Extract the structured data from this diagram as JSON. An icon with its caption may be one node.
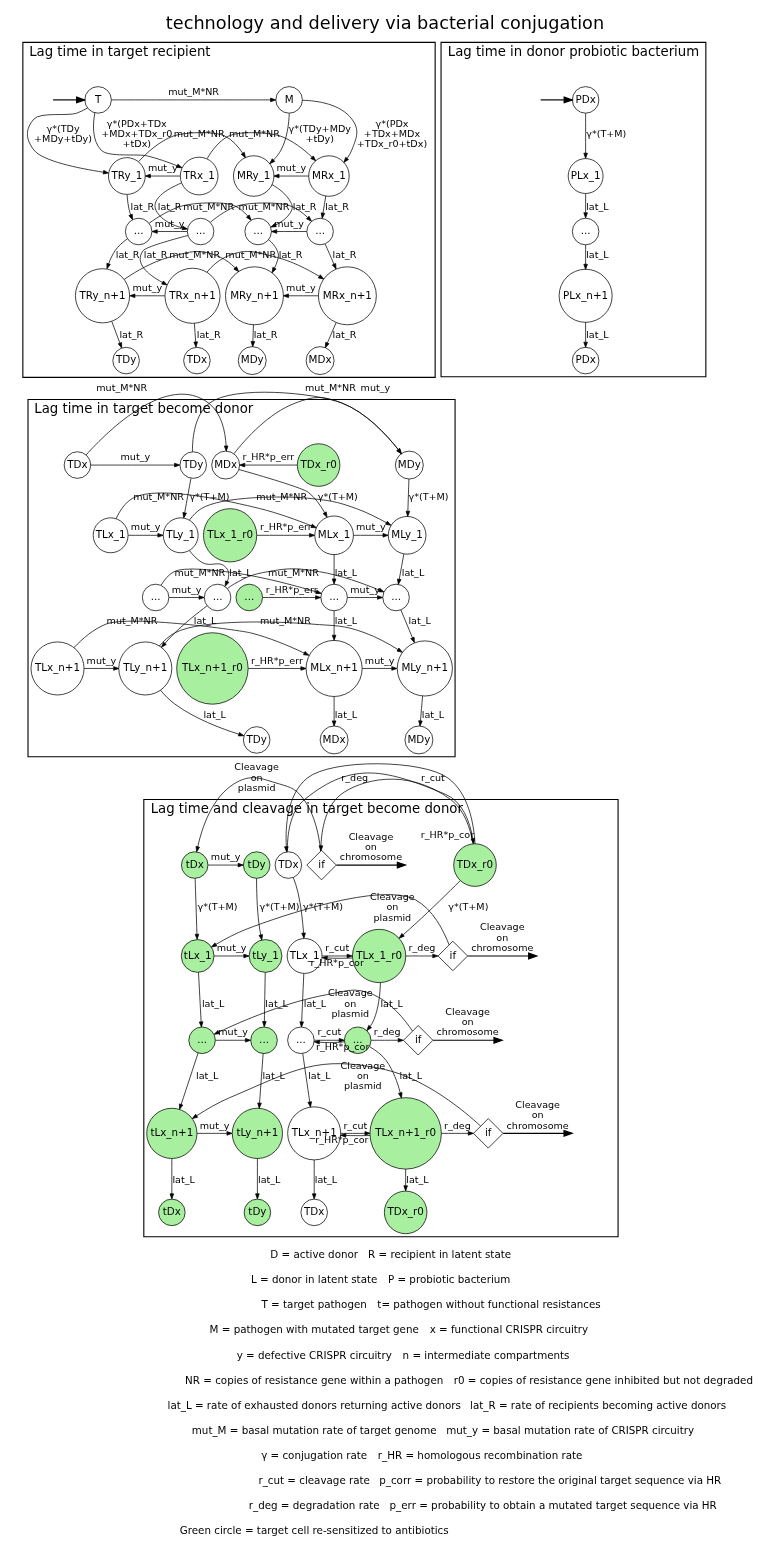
{
  "diagram": {
    "title": "technology and delivery via bacterial conjugation",
    "nodes": [
      {
        "text": [
          "Lag time in target recipient"
        ]
      },
      {
        "text": [
          "T"
        ],
        "in": 0
      },
      {
        "text": [
          "M"
        ],
        "in": 0
      },
      {
        "text": [
          "TRx_1"
        ],
        "in": 0
      },
      {
        "text": [
          "..."
        ],
        "in": 0
      },
      {
        "text": [
          "TRx_n+1"
        ],
        "in": 0
      },
      {
        "text": [
          "TDx"
        ],
        "in": 0
      },
      {
        "text": [
          "TRy_1"
        ],
        "in": 0
      },
      {
        "text": [
          "..."
        ],
        "in": 0
      },
      {
        "text": [
          "TRy_n+1"
        ],
        "in": 0
      },
      {
        "text": [
          "TDy"
        ],
        "in": 0
      },
      {
        "text": [
          "MRy_1"
        ],
        "in": 0
      },
      {
        "text": [
          "..."
        ],
        "in": 0
      },
      {
        "text": [
          "MRy_n+1"
        ],
        "in": 0
      },
      {
        "text": [
          "MDy"
        ],
        "in": 0
      },
      {
        "text": [
          "MRx_1"
        ],
        "in": 0
      },
      {
        "text": [
          "..."
        ],
        "in": 0
      },
      {
        "text": [
          "MRx_n+1"
        ],
        "in": 0
      },
      {
        "text": [
          "MDx"
        ],
        "in": 0
      },
      {
        "text": [
          "Lag time in target become donor"
        ]
      },
      {
        "text": [
          "TDx"
        ],
        "in": 19
      },
      {
        "text": [
          "TLx_1"
        ],
        "in": 19
      },
      {
        "text": [
          "..."
        ],
        "in": 19
      },
      {
        "text": [
          "TLx_n+1"
        ],
        "in": 19
      },
      {
        "text": [
          "TDy"
        ],
        "in": 19
      },
      {
        "text": [
          "TLy_1"
        ],
        "in": 19
      },
      {
        "text": [
          "..."
        ],
        "in": 19
      },
      {
        "text": [
          "TLy_n+1"
        ],
        "in": 19
      },
      {
        "text": [
          "TDy"
        ],
        "in": 19
      },
      {
        "text": [
          "MDy"
        ],
        "in": 19
      },
      {
        "text": [
          "MLy_1"
        ],
        "in": 19
      },
      {
        "text": [
          "..."
        ],
        "in": 19
      },
      {
        "text": [
          "MLy_n+1"
        ],
        "in": 19
      },
      {
        "text": [
          "MDy"
        ],
        "in": 19
      },
      {
        "text": [
          "MDx"
        ],
        "in": 19
      },
      {
        "text": [
          "MLx_1"
        ],
        "in": 19
      },
      {
        "text": [
          "..."
        ],
        "in": 19
      },
      {
        "text": [
          "MLx_n+1"
        ],
        "in": 19
      },
      {
        "text": [
          "MDx"
        ],
        "in": 19
      },
      {
        "text": [
          "TDx_r0"
        ],
        "in": 19
      },
      {
        "text": [
          "TLx_1_r0"
        ],
        "in": 19
      },
      {
        "text": [
          "..."
        ],
        "in": 19
      },
      {
        "text": [
          "TLx_n+1_r0"
        ],
        "in": 19
      },
      {
        "text": [
          "Lag time in donor probiotic bacterium"
        ]
      },
      {
        "text": [
          "PDx"
        ],
        "in": 43
      },
      {
        "text": [
          "PLx_1"
        ],
        "in": 43
      },
      {
        "text": [
          "..."
        ],
        "in": 43
      },
      {
        "text": [
          "PLx_n+1"
        ],
        "in": 43
      },
      {
        "text": [
          "PDx"
        ],
        "in": 43
      },
      {
        "text": [
          "Lag time and cleavage in target become donor"
        ]
      },
      {
        "text": [
          "TDx"
        ],
        "in": 49
      },
      {
        "text": [
          "TLx_1"
        ],
        "in": 49
      },
      {
        "text": [
          "..."
        ],
        "in": 49
      },
      {
        "text": [
          "TLx_n+1"
        ],
        "in": 49
      },
      {
        "text": [
          "TDx"
        ],
        "in": 49
      },
      {
        "text": [
          "TDx_r0"
        ],
        "in": 49
      },
      {
        "text": [
          "TLx_1_r0"
        ],
        "in": 49
      },
      {
        "text": [
          "..."
        ],
        "in": 49
      },
      {
        "text": [
          "TLx_n+1_r0"
        ],
        "in": 49
      },
      {
        "text": [
          "TDx_r0"
        ],
        "in": 49
      },
      {
        "text": [
          "if"
        ],
        "in": 49
      },
      {
        "text": [
          "if"
        ],
        "in": 49
      },
      {
        "text": [
          "if"
        ],
        "in": 49
      },
      {
        "text": [
          "if"
        ],
        "in": 49
      },
      {
        "text": [
          "tDx"
        ],
        "in": 49
      },
      {
        "text": [
          "tLx_1"
        ],
        "in": 49
      },
      {
        "text": [
          "..."
        ],
        "in": 49
      },
      {
        "text": [
          "tLx_n+1"
        ],
        "in": 49
      },
      {
        "text": [
          "tDx"
        ],
        "in": 49
      },
      {
        "text": [
          "tDy"
        ],
        "in": 49
      },
      {
        "text": [
          "tLy_1"
        ],
        "in": 49
      },
      {
        "text": [
          "..."
        ],
        "in": 49
      },
      {
        "text": [
          "tLy_n+1"
        ],
        "in": 49
      },
      {
        "text": [
          "tDy"
        ],
        "in": 49
      }
    ],
    "edges": [
      {
        "from": null,
        "to": 1,
        "arrow": "to"
      },
      {
        "from": 1,
        "to": 3,
        "arrow": "to",
        "label": "γ*(PDx+TDx +MDx+TDx_r0 +tDx)"
      },
      {
        "from": 1,
        "to": 7,
        "arrow": "to",
        "label": "γ*(TDy +MDy+tDy)"
      },
      {
        "from": 1,
        "to": 2,
        "arrow": "to",
        "label": "mut_M*NR"
      },
      {
        "from": 2,
        "to": 11,
        "arrow": "to",
        "label": "γ*(TDy+MDy +tDy)"
      },
      {
        "from": 2,
        "to": 15,
        "arrow": "to",
        "label": "γ*(PDx +TDx+MDx +TDx_r0+tDx)"
      },
      {
        "from": 3,
        "to": 4,
        "arrow": "to",
        "label": "lat_R"
      },
      {
        "from": 4,
        "to": 5,
        "arrow": "to",
        "label": "lat_R"
      },
      {
        "from": 5,
        "to": 6,
        "arrow": "to",
        "label": "lat_R"
      },
      {
        "from": 7,
        "to": 8,
        "arrow": "to",
        "label": "lat_R"
      },
      {
        "from": 8,
        "to": 9,
        "arrow": "to",
        "label": "lat_R"
      },
      {
        "from": 9,
        "to": 10,
        "arrow": "to",
        "label": "lat_R"
      },
      {
        "from": 11,
        "to": 12,
        "arrow": "to",
        "label": "lat_R"
      },
      {
        "from": 12,
        "to": 13,
        "arrow": "to",
        "label": "lat_R"
      },
      {
        "from": 13,
        "to": 14,
        "arrow": "to",
        "label": "lat_R"
      },
      {
        "from": 15,
        "to": 16,
        "arrow": "to",
        "label": "lat_R"
      },
      {
        "from": 16,
        "to": 17,
        "arrow": "to",
        "label": "lat_R"
      },
      {
        "from": 17,
        "to": 18,
        "arrow": "to",
        "label": "lat_R"
      },
      {
        "from": 3,
        "to": 7,
        "arrow": "to",
        "label": "mut_y"
      },
      {
        "from": 4,
        "to": 8,
        "arrow": "to",
        "label": "mut_y"
      },
      {
        "from": 5,
        "to": 9,
        "arrow": "to",
        "label": "mut_y"
      },
      {
        "from": 15,
        "to": 11,
        "arrow": "to",
        "label": "mut_y"
      },
      {
        "from": 16,
        "to": 12,
        "arrow": "to",
        "label": "mut_y"
      },
      {
        "from": 17,
        "to": 13,
        "arrow": "to",
        "label": "mut_y"
      },
      {
        "from": 7,
        "to": 11,
        "arrow": "to",
        "label": "mut_M*NR"
      },
      {
        "from": 8,
        "to": 12,
        "arrow": "to",
        "label": "mut_M*NR"
      },
      {
        "from": 9,
        "to": 13,
        "arrow": "to",
        "label": "mut_M*NR"
      },
      {
        "from": 3,
        "to": 15,
        "arrow": "to",
        "label": "mut_M*NR"
      },
      {
        "from": 4,
        "to": 16,
        "arrow": "to",
        "label": "mut_M*NR"
      },
      {
        "from": 5,
        "to": 17,
        "arrow": "to",
        "label": "mut_M*NR"
      },
      {
        "from": 20,
        "to": 24,
        "arrow": "to",
        "label": "mut_y"
      },
      {
        "from": 20,
        "to": 34,
        "arrow": "to",
        "label": "mut_M*NR"
      },
      {
        "from": 24,
        "to": 25,
        "arrow": "to",
        "label": "γ*(T+M)"
      },
      {
        "from": 24,
        "to": 29,
        "arrow": "to",
        "label": "mut_M*NR"
      },
      {
        "from": 29,
        "to": 30,
        "arrow": "to",
        "label": "γ*(T+M)"
      },
      {
        "from": 34,
        "to": 29,
        "arrow": "to",
        "label": "mut_y"
      },
      {
        "from": 34,
        "to": 35,
        "arrow": "to",
        "label": "γ*(T+M)"
      },
      {
        "from": 25,
        "to": 26,
        "arrow": "to",
        "label": "lat_L"
      },
      {
        "from": 26,
        "to": 27,
        "arrow": "to",
        "label": "lat_L"
      },
      {
        "from": 27,
        "to": 28,
        "arrow": "to",
        "label": "lat_L"
      },
      {
        "from": 30,
        "to": 31,
        "arrow": "to",
        "label": "lat_L"
      },
      {
        "from": 31,
        "to": 32,
        "arrow": "to",
        "label": "lat_L"
      },
      {
        "from": 32,
        "to": 33,
        "arrow": "to",
        "label": "lat_L"
      },
      {
        "from": 35,
        "to": 36,
        "arrow": "to",
        "label": "lat_L"
      },
      {
        "from": 36,
        "to": 37,
        "arrow": "to",
        "label": "lat_L"
      },
      {
        "from": 37,
        "to": 38,
        "arrow": "to",
        "label": "lat_L"
      },
      {
        "from": 21,
        "to": 25,
        "arrow": "to",
        "label": "mut_y"
      },
      {
        "from": 22,
        "to": 26,
        "arrow": "to",
        "label": "mut_y"
      },
      {
        "from": 23,
        "to": 27,
        "arrow": "to",
        "label": "mut_y"
      },
      {
        "from": 35,
        "to": 30,
        "arrow": "to",
        "label": "mut_y"
      },
      {
        "from": 36,
        "to": 31,
        "arrow": "to",
        "label": "mut_y"
      },
      {
        "from": 37,
        "to": 32,
        "arrow": "to",
        "label": "mut_y"
      },
      {
        "from": 25,
        "to": 30,
        "arrow": "to",
        "label": "mut_M*NR"
      },
      {
        "from": 26,
        "to": 31,
        "arrow": "to",
        "label": "mut_M*NR"
      },
      {
        "from": 27,
        "to": 32,
        "arrow": "to",
        "label": "mut_M*NR"
      },
      {
        "from": 21,
        "to": 35,
        "arrow": "to",
        "label": "mut_M*NR"
      },
      {
        "from": 22,
        "to": 36,
        "arrow": "to",
        "label": "mut_M*NR"
      },
      {
        "from": 23,
        "to": 37,
        "arrow": "to",
        "label": "mut_M*NR"
      },
      {
        "from": 39,
        "to": 34,
        "arrow": "to",
        "label": "r_HR*p_err"
      },
      {
        "from": 40,
        "to": 35,
        "arrow": "to",
        "label": "r_HR*p_err"
      },
      {
        "from": 41,
        "to": 36,
        "arrow": "to",
        "label": "r_HR*p_err"
      },
      {
        "from": 42,
        "to": 37,
        "arrow": "to",
        "label": "r_HR*p_err"
      },
      {
        "from": null,
        "to": 44,
        "arrow": "to"
      },
      {
        "from": 44,
        "to": 45,
        "arrow": "to",
        "label": "γ*(T+M)"
      },
      {
        "from": 45,
        "to": 46,
        "arrow": "to",
        "label": "lat_L"
      },
      {
        "from": 46,
        "to": 47,
        "arrow": "to",
        "label": "lat_L"
      },
      {
        "from": 47,
        "to": 48,
        "arrow": "to",
        "label": "lat_L"
      },
      {
        "from": 50,
        "to": 51,
        "arrow": "to",
        "label": "γ*(T+M)"
      },
      {
        "from": 51,
        "to": 52,
        "arrow": "to",
        "label": "lat_L"
      },
      {
        "from": 52,
        "to": 53,
        "arrow": "to",
        "label": "lat_L"
      },
      {
        "from": 53,
        "to": 54,
        "arrow": "to",
        "label": "lat_L"
      },
      {
        "from": 55,
        "to": 56,
        "arrow": "to",
        "label": "γ*(T+M)"
      },
      {
        "from": 56,
        "to": 57,
        "arrow": "to",
        "label": "lat_L"
      },
      {
        "from": 57,
        "to": 58,
        "arrow": "to",
        "label": "lat_L"
      },
      {
        "from": 58,
        "to": 59,
        "arrow": "to",
        "label": "lat_L"
      },
      {
        "from": 50,
        "to": 55,
        "arrow": "to",
        "label": "r_cut"
      },
      {
        "from": 51,
        "to": 56,
        "arrow": "to",
        "label": "r_cut"
      },
      {
        "from": 52,
        "to": 57,
        "arrow": "to",
        "label": "r_cut"
      },
      {
        "from": 53,
        "to": 58,
        "arrow": "to",
        "label": "r_cut"
      },
      {
        "from": 55,
        "to": 50,
        "arrow": "to",
        "label": "r_HR*p_cor"
      },
      {
        "from": 56,
        "to": 51,
        "arrow": "to",
        "label": "r_HR*p_cor"
      },
      {
        "from": 57,
        "to": 52,
        "arrow": "to",
        "label": "r_HR*p_cor"
      },
      {
        "from": 58,
        "to": 53,
        "arrow": "to",
        "label": "r_HR*p_cor"
      },
      {
        "from": 55,
        "to": 60,
        "arrow": "to",
        "label": "r_deg"
      },
      {
        "from": 56,
        "to": 61,
        "arrow": "to",
        "label": "r_deg"
      },
      {
        "from": 57,
        "to": 62,
        "arrow": "to",
        "label": "r_deg"
      },
      {
        "from": 58,
        "to": 63,
        "arrow": "to",
        "label": "r_deg"
      },
      {
        "from": 60,
        "to": null,
        "arrow": "to",
        "label": "Cleavage on chromosome"
      },
      {
        "from": 61,
        "to": null,
        "arrow": "to",
        "label": "Cleavage on chromosome"
      },
      {
        "from": 62,
        "to": null,
        "arrow": "to",
        "label": "Cleavage on chromosome"
      },
      {
        "from": 63,
        "to": null,
        "arrow": "to",
        "label": "Cleavage on chromosome"
      },
      {
        "from": 60,
        "to": 64,
        "arrow": "to",
        "label": "Cleavage on plasmid"
      },
      {
        "from": 61,
        "to": 65,
        "arrow": "to",
        "label": "Cleavage on plasmid"
      },
      {
        "from": 62,
        "to": 66,
        "arrow": "to",
        "label": "Cleavage on plasmid"
      },
      {
        "from": 63,
        "to": 67,
        "arrow": "to",
        "label": "Cleavage on plasmid"
      },
      {
        "from": 64,
        "to": 65,
        "arrow": "to",
        "label": "γ*(T+M)"
      },
      {
        "from": 65,
        "to": 66,
        "arrow": "to",
        "label": "lat_L"
      },
      {
        "from": 66,
        "to": 67,
        "arrow": "to",
        "label": "lat_L"
      },
      {
        "from": 67,
        "to": 68,
        "arrow": "to",
        "label": "lat_L"
      },
      {
        "from": 69,
        "to": 70,
        "arrow": "to",
        "label": "γ*(T+M)"
      },
      {
        "from": 70,
        "to": 71,
        "arrow": "to",
        "label": "lat_L"
      },
      {
        "from": 71,
        "to": 72,
        "arrow": "to",
        "label": "lat_L"
      },
      {
        "from": 72,
        "to": 73,
        "arrow": "to",
        "label": "lat_L"
      },
      {
        "from": 64,
        "to": 69,
        "arrow": "to",
        "label": "mut_y"
      },
      {
        "from": 65,
        "to": 70,
        "arrow": "to",
        "label": "mut_y"
      },
      {
        "from": 66,
        "to": 71,
        "arrow": "to",
        "label": "mut_y"
      },
      {
        "from": 67,
        "to": 72,
        "arrow": "to",
        "label": "mut_y"
      }
    ],
    "labels": [
      "D = active donor",
      "R = recipient in latent state",
      "L = donor in latent state",
      "P = probiotic bacterium",
      "T = target pathogen",
      "t= pathogen without functional resistances",
      "M = pathogen with mutated target gene",
      "x = functional CRISPR circuitry",
      "y = defective CRISPR circuitry",
      "n = intermediate compartments",
      "NR = copies of resistance gene within a pathogen",
      "r0 = copies of resistance gene inhibited but not degraded",
      "lat_L = rate of exhausted donors returning active donors",
      "lat_R = rate of recipients becoming active donors",
      "mut_M = basal mutation rate of target genome",
      "mut_y = basal mutation rate of CRISPR circuitry",
      "γ = conjugation rate",
      "r_HR = homologous recombination rate",
      "r_cut = cleavage rate",
      "p_corr = probability to restore the original target sequence via HR",
      "r_deg = degradation rate",
      "p_err = probability to obtain a mutated target sequence via HR",
      "Green circle = target cell re-sensitized to antibiotics"
    ]
  }
}
